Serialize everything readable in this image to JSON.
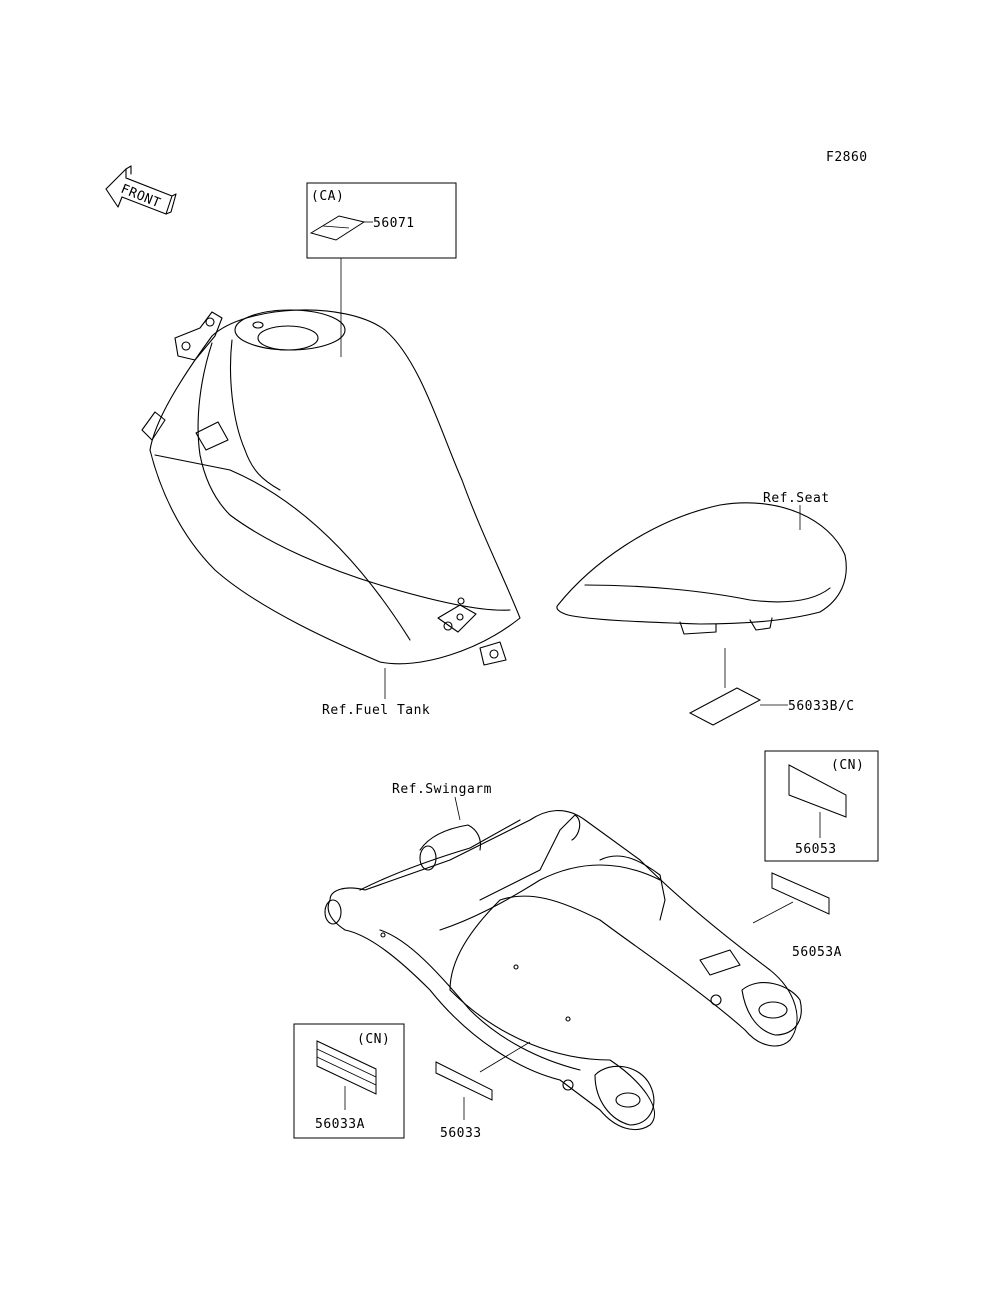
{
  "figure_code": "F2860",
  "front_label": "FRONT",
  "callouts": {
    "ca_tag": "(CA)",
    "part_56071": "56071",
    "ref_fuel_tank": "Ref.Fuel Tank",
    "ref_seat": "Ref.Seat",
    "part_56033bc": "56033B/C",
    "cn_tag_right": "(CN)",
    "part_56053": "56053",
    "part_56053a": "56053A",
    "ref_swingarm": "Ref.Swingarm",
    "cn_tag_left": "(CN)",
    "part_56033a": "56033A",
    "part_56033": "56033"
  }
}
